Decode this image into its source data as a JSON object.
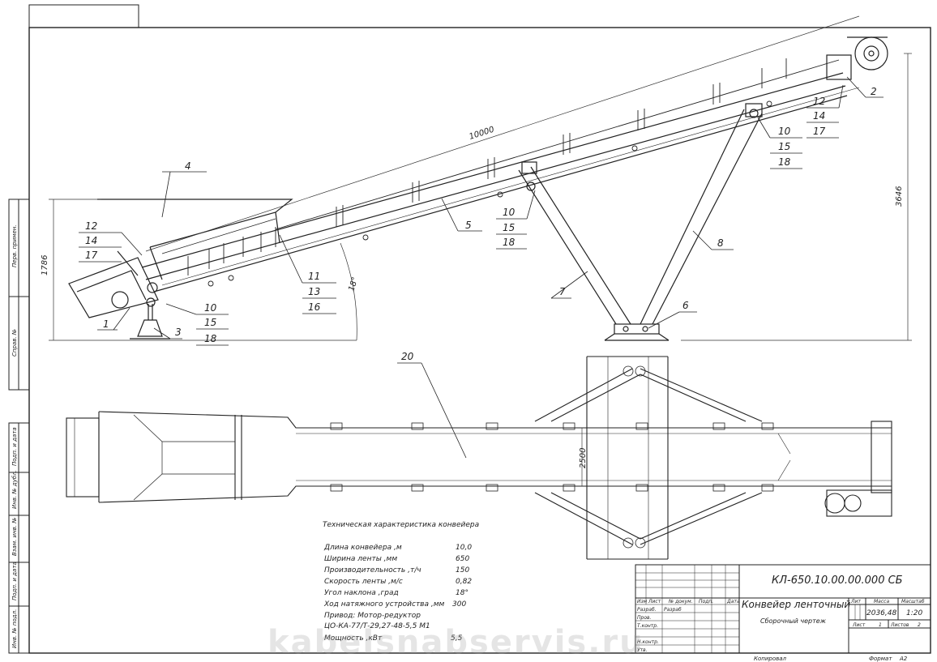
{
  "drawing": {
    "dimensions": {
      "length": "10000",
      "height_total": "3646",
      "height_left": "1786",
      "width_plan": "2500",
      "angle": "18°"
    },
    "callouts_side": {
      "c1": "1",
      "c2": "2",
      "c3": "3",
      "c4": "4",
      "c5": "5",
      "c6": "6",
      "c7": "7",
      "c8": "8",
      "grp_left_top": [
        "12",
        "14",
        "17"
      ],
      "grp_left_bottom": [
        "10",
        "15",
        "18"
      ],
      "grp_mid_left": [
        "11",
        "13",
        "16"
      ],
      "grp_mid": [
        "10",
        "15",
        "18"
      ],
      "grp_right_mid": [
        "10",
        "15",
        "18"
      ],
      "grp_right_top": [
        "12",
        "14",
        "17"
      ]
    },
    "callout_plan": "20"
  },
  "specs": {
    "title": "Техническая характеристика конвейера",
    "rows": [
      {
        "label": "Длина конвейера ,м",
        "value": "10,0"
      },
      {
        "label": "Ширина ленты ,мм",
        "value": "650"
      },
      {
        "label": "Производительность ,т/ч",
        "value": "150"
      },
      {
        "label": "Скорость ленты ,м/с",
        "value": "0,82"
      },
      {
        "label": "Угол наклона ,град",
        "value": "18°"
      },
      {
        "label": "Ход натяжного устройства ,мм",
        "value": "300"
      },
      {
        "label": "Привод: Мотор-редуктор",
        "value": ""
      },
      {
        "label": "ЦО-КА-77/Т-29,27-48-5,5 М1",
        "value": ""
      },
      {
        "label": "Мощность ,кВт",
        "value": "5,5"
      }
    ]
  },
  "title_block": {
    "designation": "КЛ-650.10.00.00.000 СБ",
    "name": "Конвейер ленточный",
    "doc_type": "Сборочный чертеж",
    "col_lit": "Лит",
    "col_mass": "Масса",
    "col_scale": "Масштаб",
    "mass": "2036,48",
    "scale": "1:20",
    "sheet_label": "Лист",
    "sheet_num": "1",
    "sheets_label": "Листов",
    "sheets_num": "2",
    "copied": "Копировал",
    "format_label": "Формат",
    "format": "А2",
    "header_cols": [
      "Изм",
      "Лист",
      "№ докум.",
      "Подп.",
      "Дата"
    ],
    "roles": [
      "Разраб.",
      "Пров.",
      "Т.контр.",
      "",
      "Н.контр.",
      "Утв."
    ],
    "developer": "Разраб"
  },
  "side_stamps": [
    "Перв. примен.",
    "Справ. №",
    "Подп. и дата",
    "Инв. № дубл.",
    "Взам. инв. №",
    "Подп. и дата",
    "Инв. № подл."
  ],
  "watermark": "kabelsnabservis.ru"
}
